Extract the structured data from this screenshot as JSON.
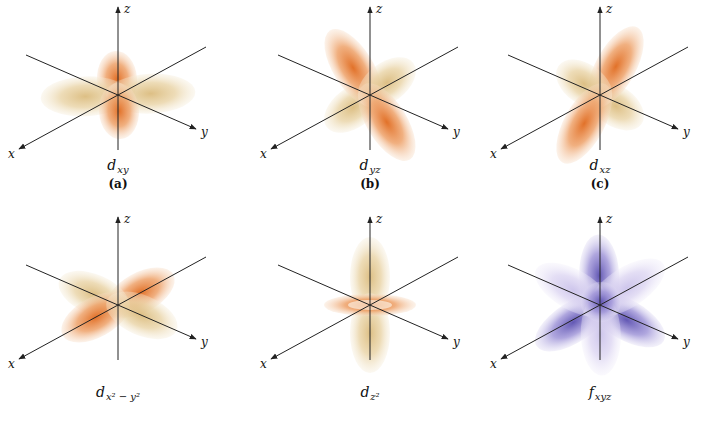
{
  "diagram": {
    "labels": [
      "z",
      "x",
      "y",
      "d",
      "xy",
      "(a)",
      "z",
      "x",
      "y",
      "d",
      "yz",
      "(b)",
      "z",
      "x",
      "y",
      "d",
      "xz",
      "(c)",
      "z",
      "x",
      "y",
      "d",
      "x² − y²",
      "z",
      "x",
      "y",
      "d",
      "z²",
      "z",
      "x",
      "y",
      "f",
      "xyz"
    ]
  }
}
